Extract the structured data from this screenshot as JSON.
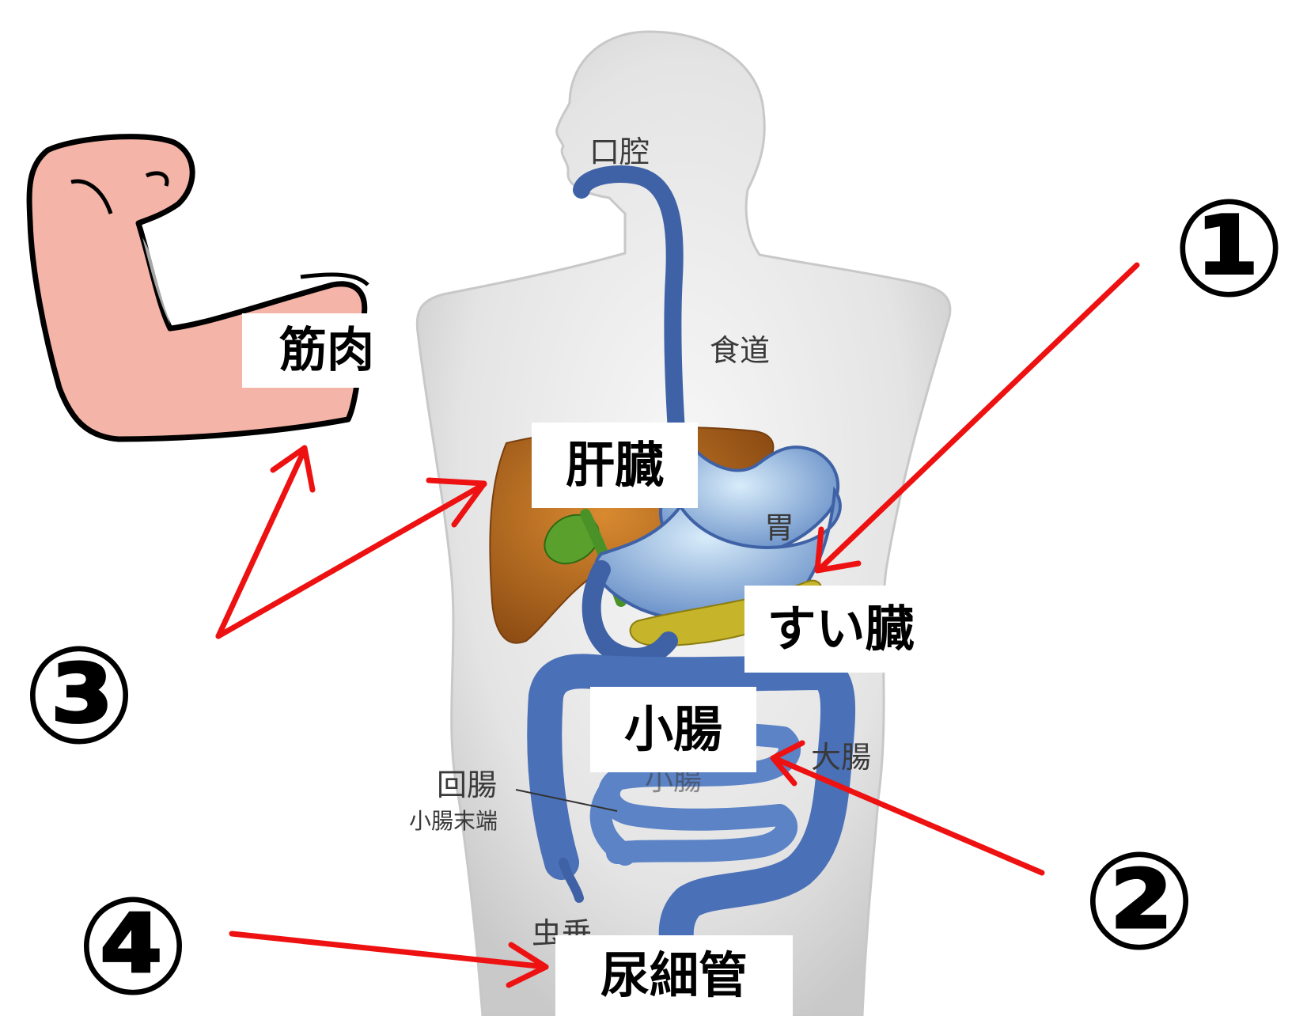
{
  "diagram": {
    "figure_labels": {
      "oral_cavity": "口腔",
      "esophagus": "食道",
      "stomach": "胃",
      "large_intestine": "大腸",
      "small_intestine_faint": "小腸",
      "ileum": "回腸",
      "ileum_sub": "小腸末端",
      "appendix": "虫垂"
    },
    "callouts": {
      "muscle": "筋肉",
      "liver": "肝臓",
      "pancreas": "すい臓",
      "small_intestine": "小腸",
      "renal_tubule": "尿細管"
    },
    "numbers": {
      "n1": "①",
      "n2": "②",
      "n3": "③",
      "n4": "④"
    },
    "colors": {
      "arrow": "#ee1111",
      "tract": "#3f62a6",
      "liver": "#b0661a",
      "stomach": "#8fb7de",
      "gallbladder": "#5aa02c",
      "pancreas": "#c6b52a",
      "body": "#dddddd",
      "skin": "#f4b4a8"
    }
  }
}
